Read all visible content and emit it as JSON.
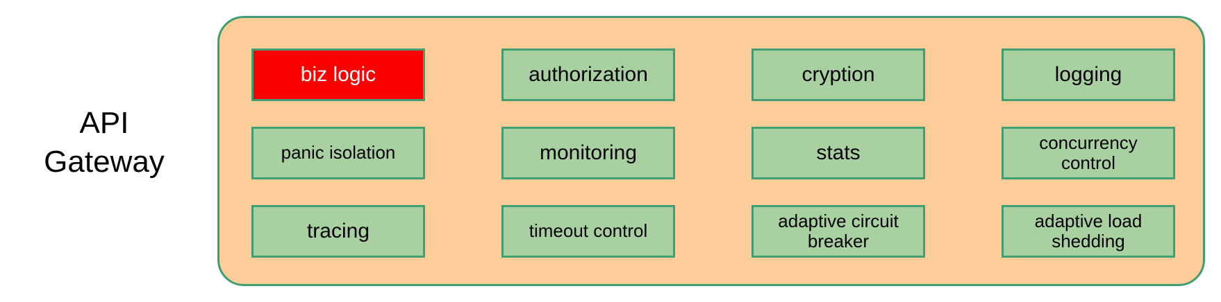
{
  "diagram": {
    "side_label": "API\nGateway",
    "panel": {
      "name": "API Gateway panel",
      "fill_color": "#fccc99",
      "border_color": "#3f9e72"
    },
    "colors": {
      "box_fill": "#a9d0a1",
      "box_border": "#3f9e72",
      "highlight_fill": "#fc0000",
      "highlight_text": "#ffffff",
      "text": "#000000",
      "background": "#ffffff"
    },
    "rows": [
      {
        "cells": [
          {
            "label": "biz logic",
            "highlight": true,
            "small": false
          },
          {
            "label": "authorization",
            "highlight": false,
            "small": false
          },
          {
            "label": "cryption",
            "highlight": false,
            "small": false
          },
          {
            "label": "logging",
            "highlight": false,
            "small": false
          }
        ]
      },
      {
        "cells": [
          {
            "label": "panic isolation",
            "highlight": false,
            "small": true
          },
          {
            "label": "monitoring",
            "highlight": false,
            "small": false
          },
          {
            "label": "stats",
            "highlight": false,
            "small": false
          },
          {
            "label": "concurrency\ncontrol",
            "highlight": false,
            "small": true
          }
        ]
      },
      {
        "cells": [
          {
            "label": "tracing",
            "highlight": false,
            "small": false
          },
          {
            "label": "timeout control",
            "highlight": false,
            "small": true
          },
          {
            "label": "adaptive circuit\nbreaker",
            "highlight": false,
            "small": true
          },
          {
            "label": "adaptive load\nshedding",
            "highlight": false,
            "small": true
          }
        ]
      }
    ]
  }
}
